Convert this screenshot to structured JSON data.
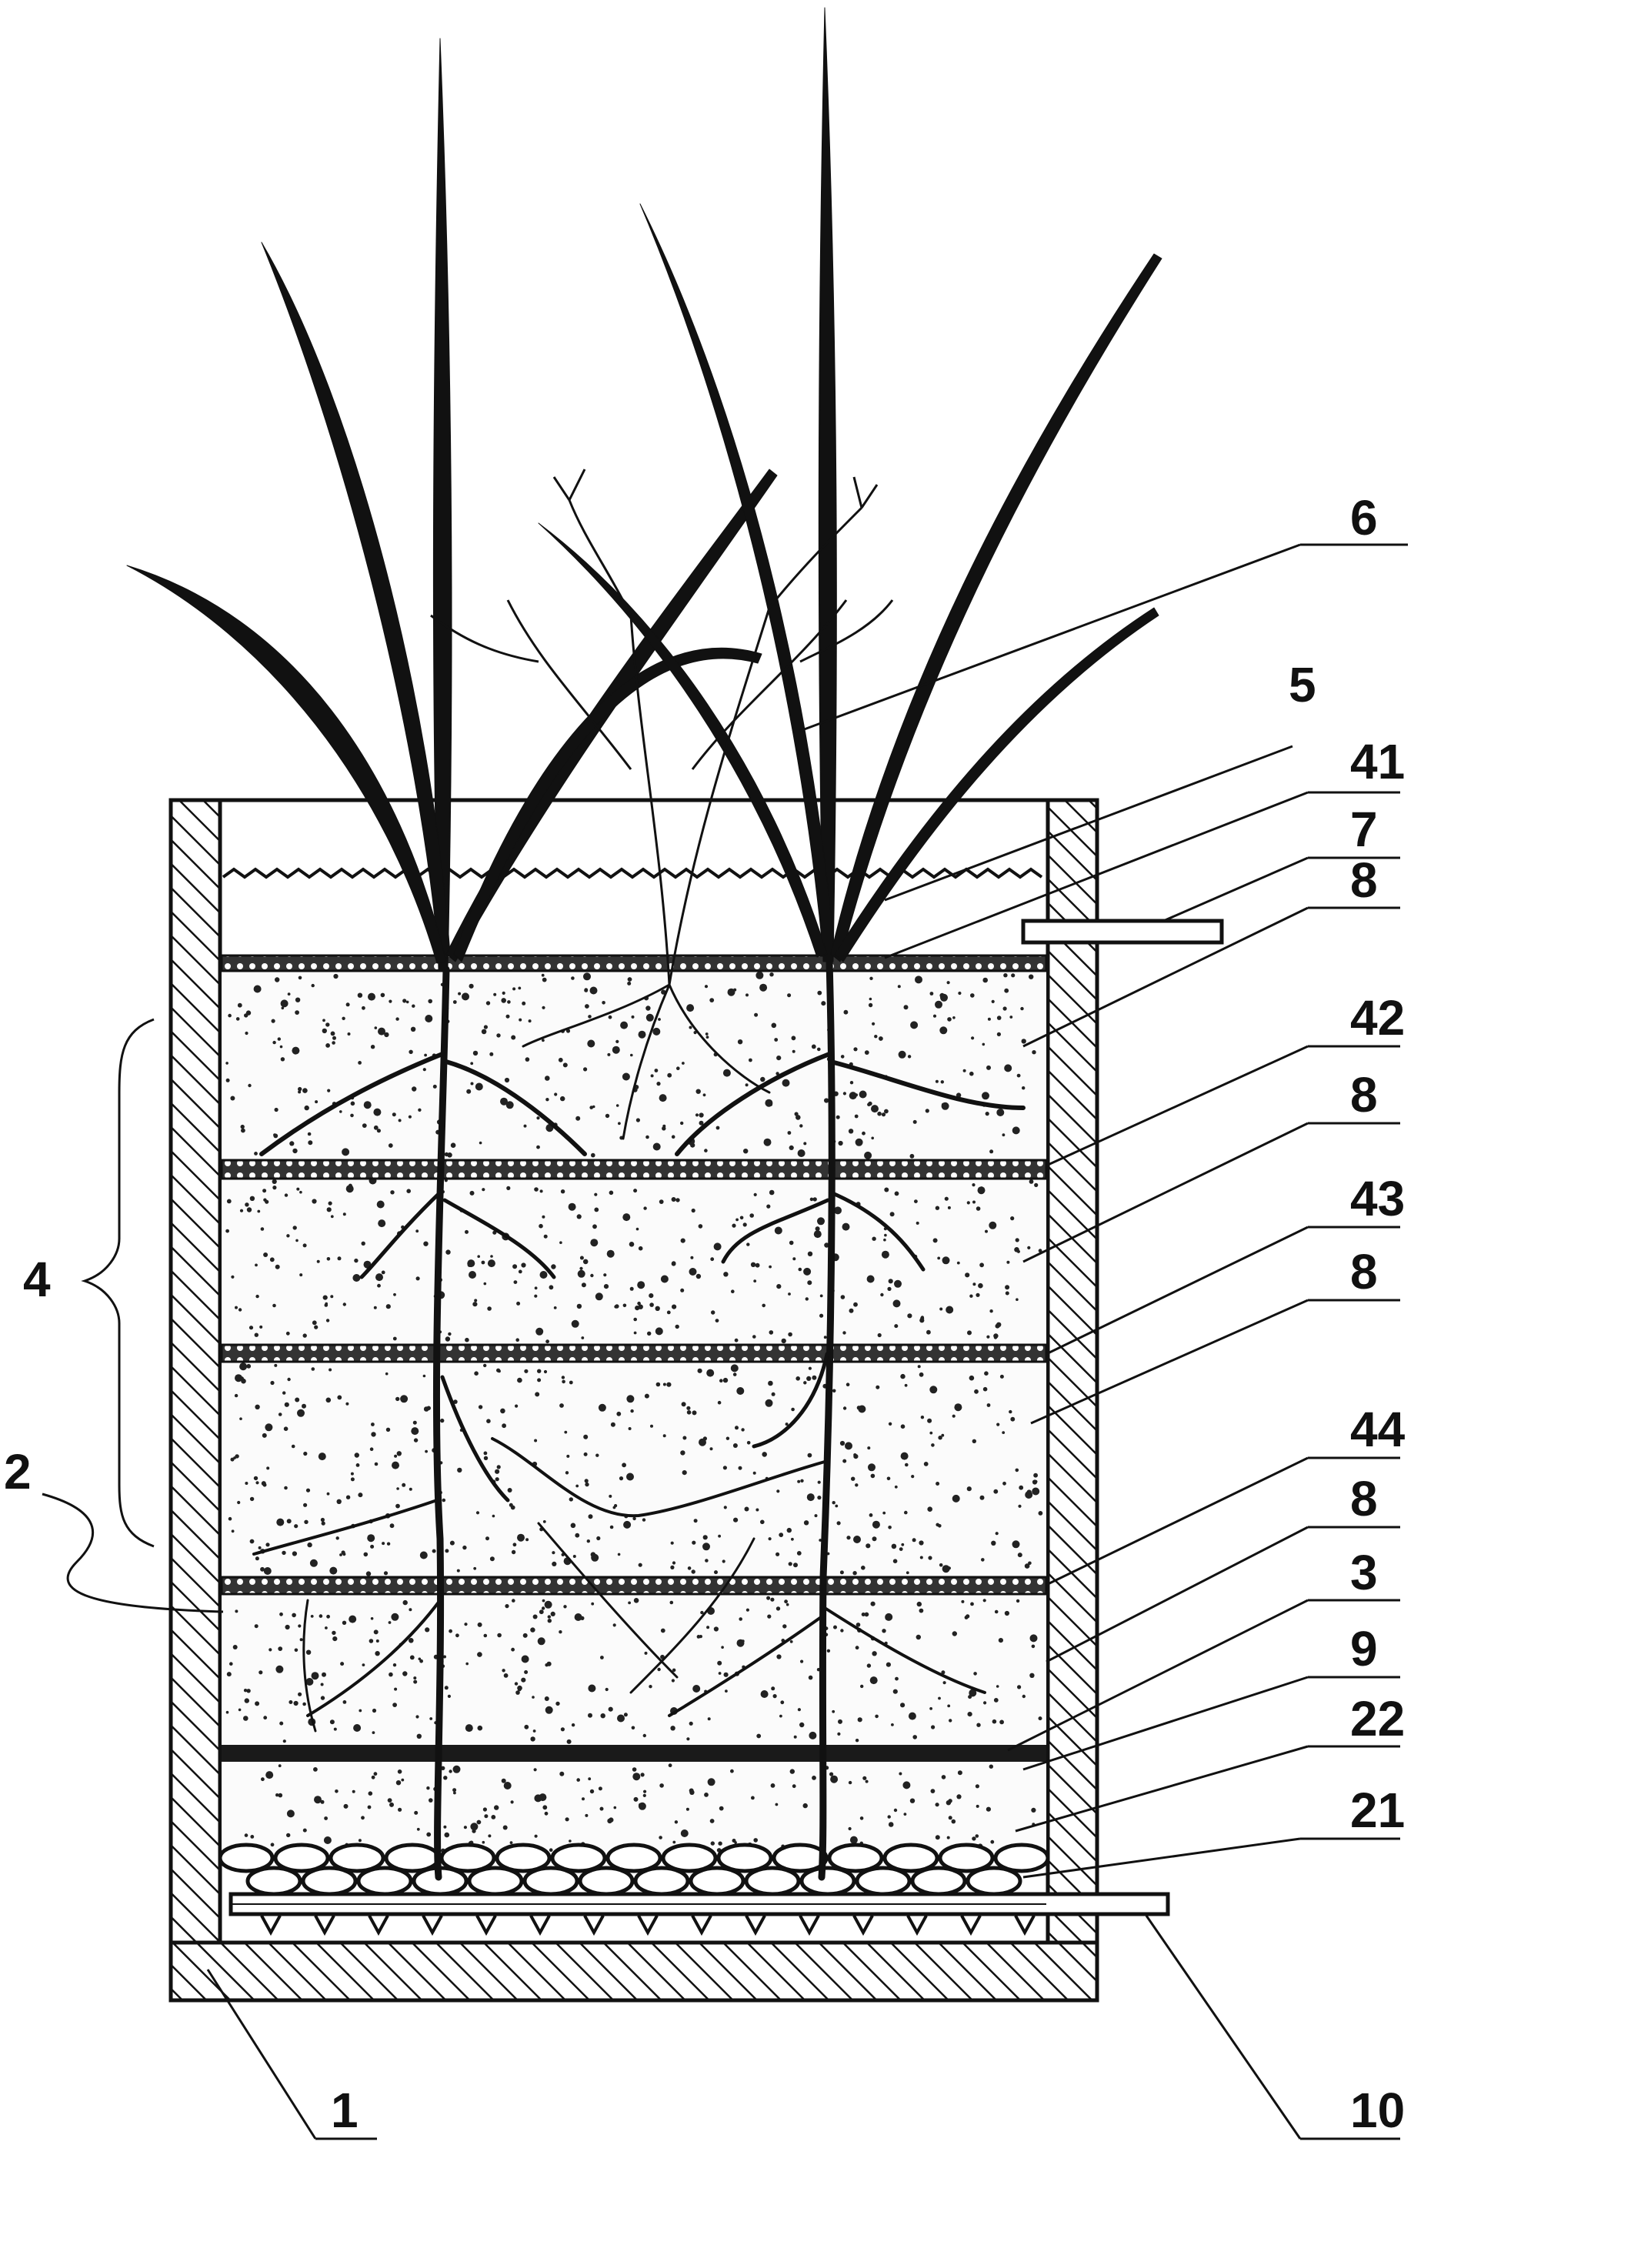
{
  "callouts": {
    "c6": "6",
    "c5": "5",
    "c41": "41",
    "c7": "7",
    "c8a": "8",
    "c42": "42",
    "c8b": "8",
    "c43": "43",
    "c8c": "8",
    "c4": "4",
    "c44": "44",
    "c8d": "8",
    "c3": "3",
    "c9": "9",
    "c22": "22",
    "c2": "2",
    "c21": "21",
    "c1": "1",
    "c10": "10"
  },
  "colors": {
    "ink": "#111111",
    "background": "#ffffff",
    "filter_band": "#555555"
  }
}
